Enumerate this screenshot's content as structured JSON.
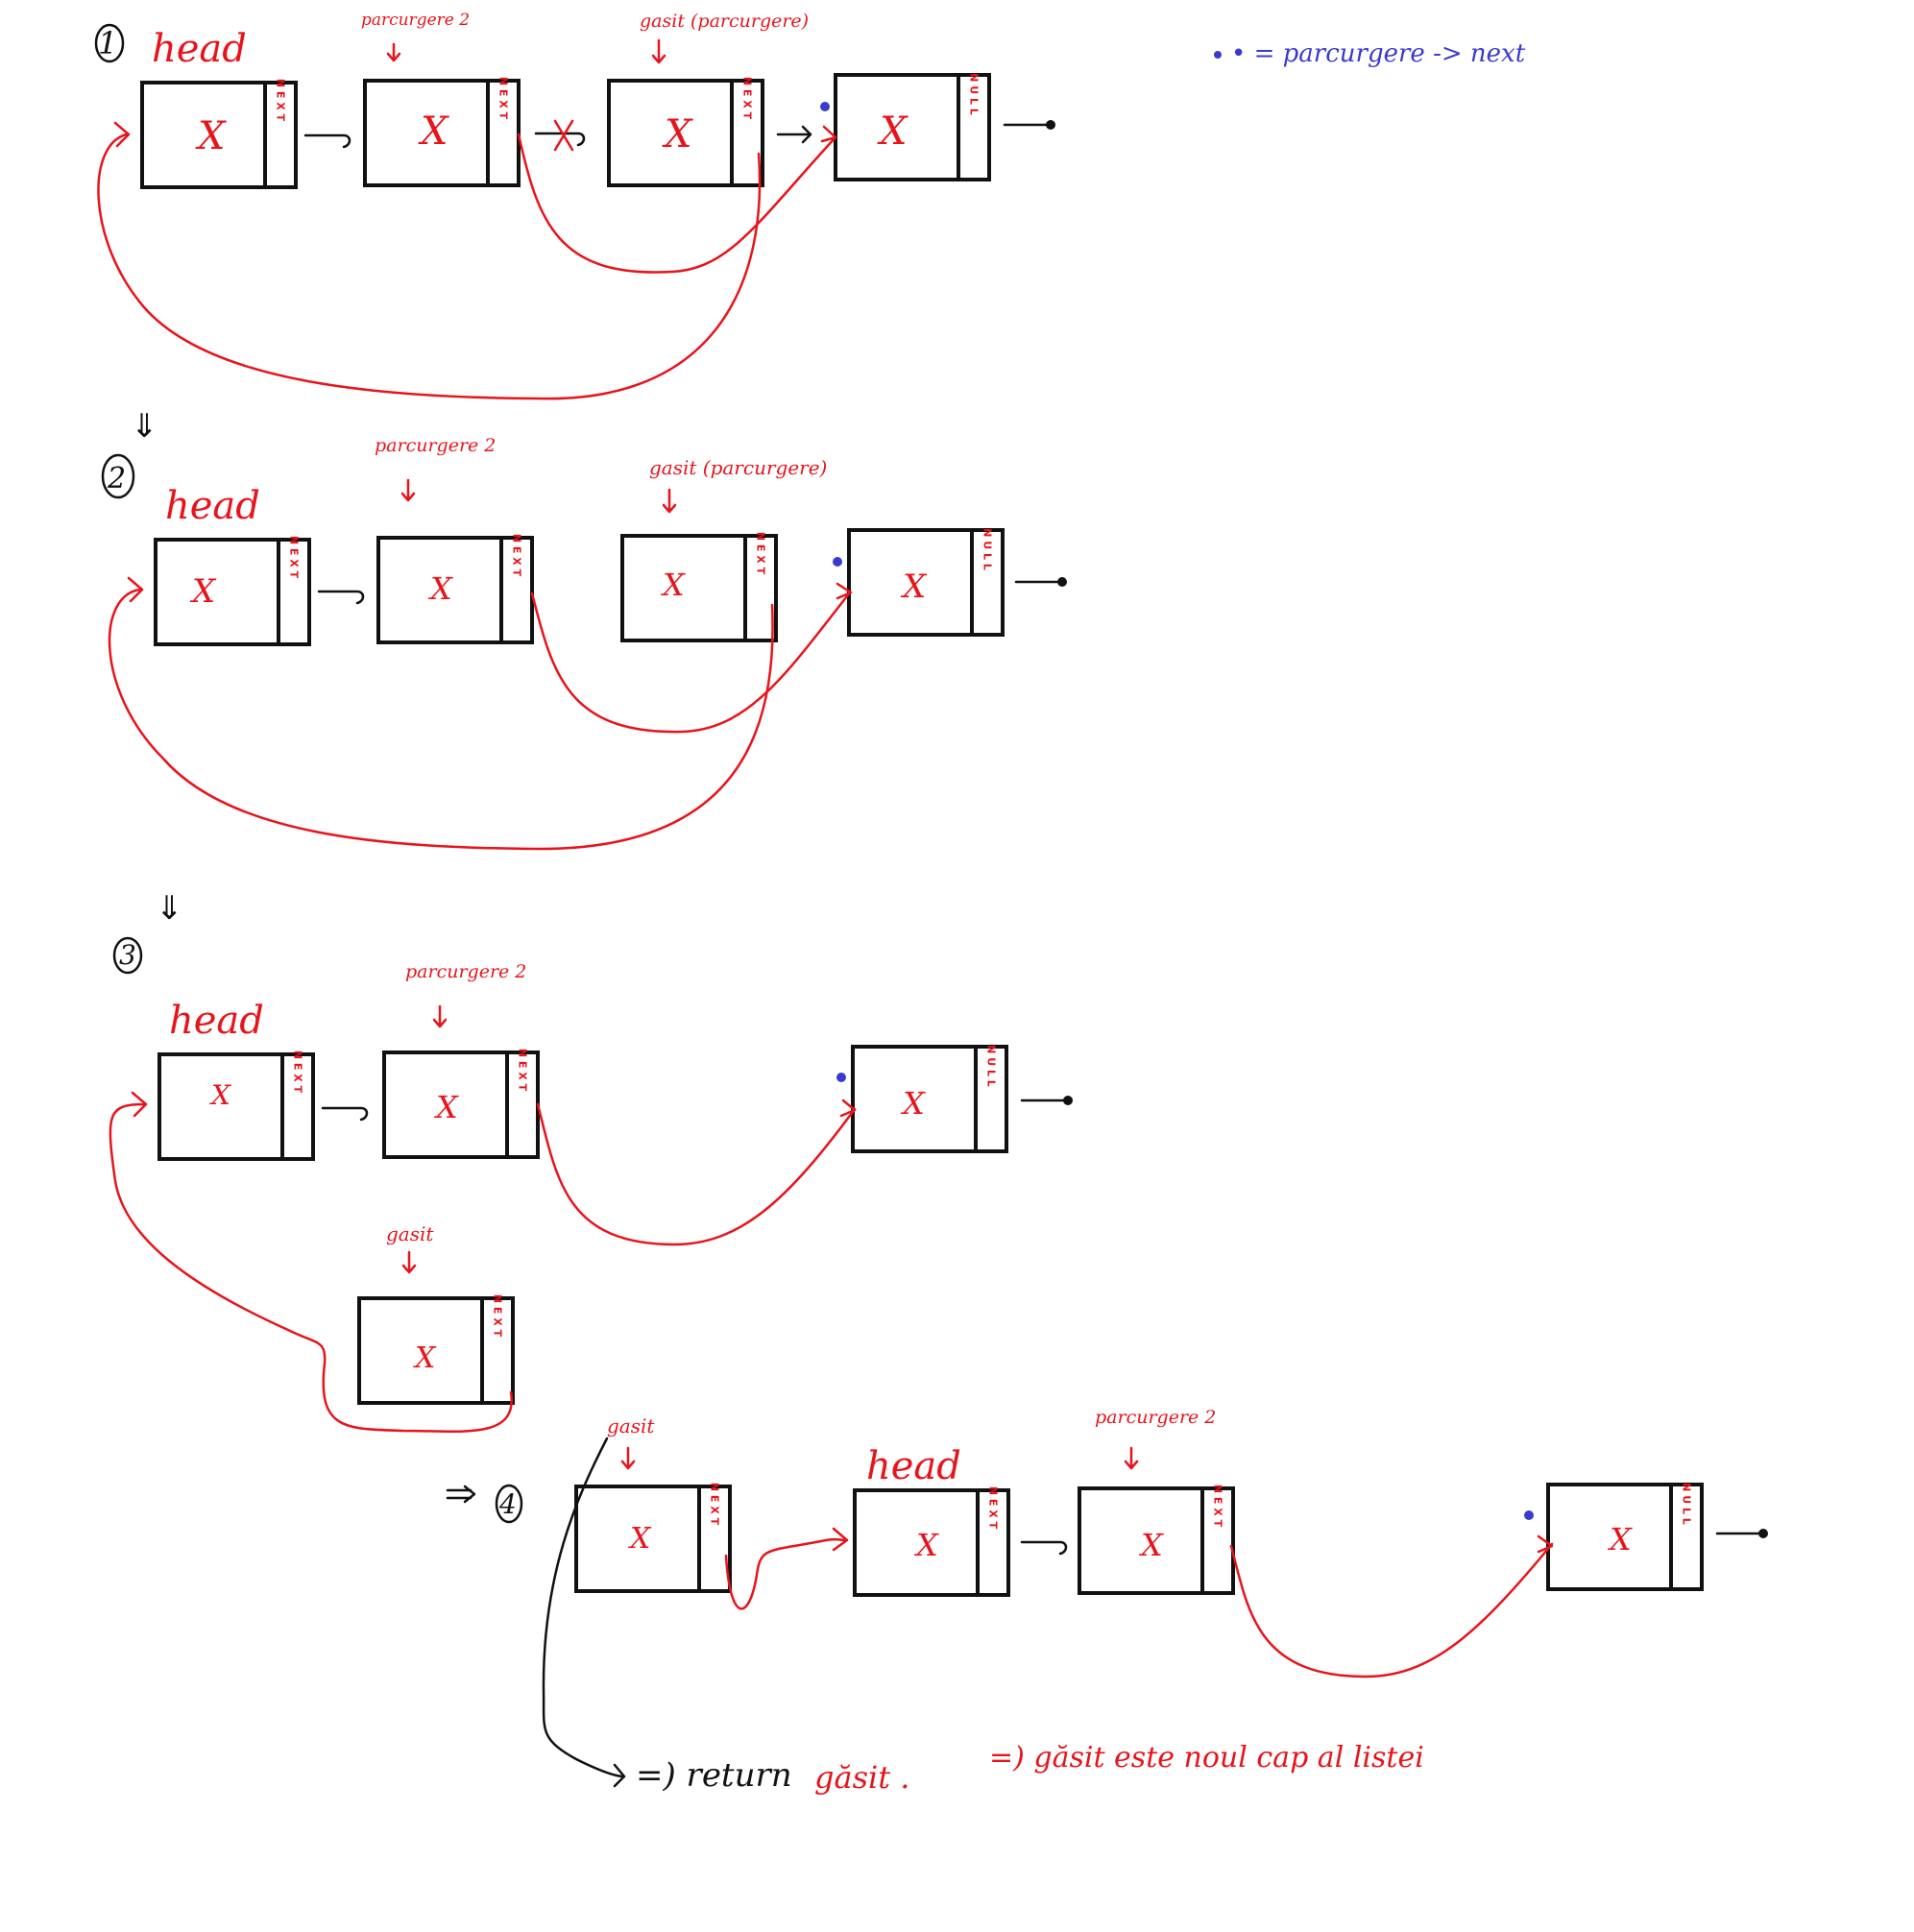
{
  "legend": {
    "text": "• = parcurgere -> next",
    "color": "#3a3ad0"
  },
  "colors": {
    "red": "#e8141c",
    "blue": "#3a3ad0",
    "black": "#111111"
  },
  "node_x": "X",
  "field_next": "N E X T",
  "field_null": "N U L L",
  "steps": [
    {
      "number": "1",
      "head": "head",
      "p2": "parcurgere 2",
      "gasit": "gasit (parcurgere)"
    },
    {
      "number": "2",
      "head": "head",
      "p2": "parcurgere 2",
      "gasit": "gasit (parcurgere)"
    },
    {
      "number": "3",
      "head": "head",
      "p2": "parcurgere 2",
      "gasit": "gasit"
    },
    {
      "number": "4",
      "head": "head",
      "p2": "parcurgere 2",
      "gasit": "gasit"
    }
  ],
  "step_arrow": "⇓",
  "final": {
    "return_prefix": "=) return",
    "return_value": "găsit .",
    "conclusion": "=) găsit este noul cap al listei"
  }
}
